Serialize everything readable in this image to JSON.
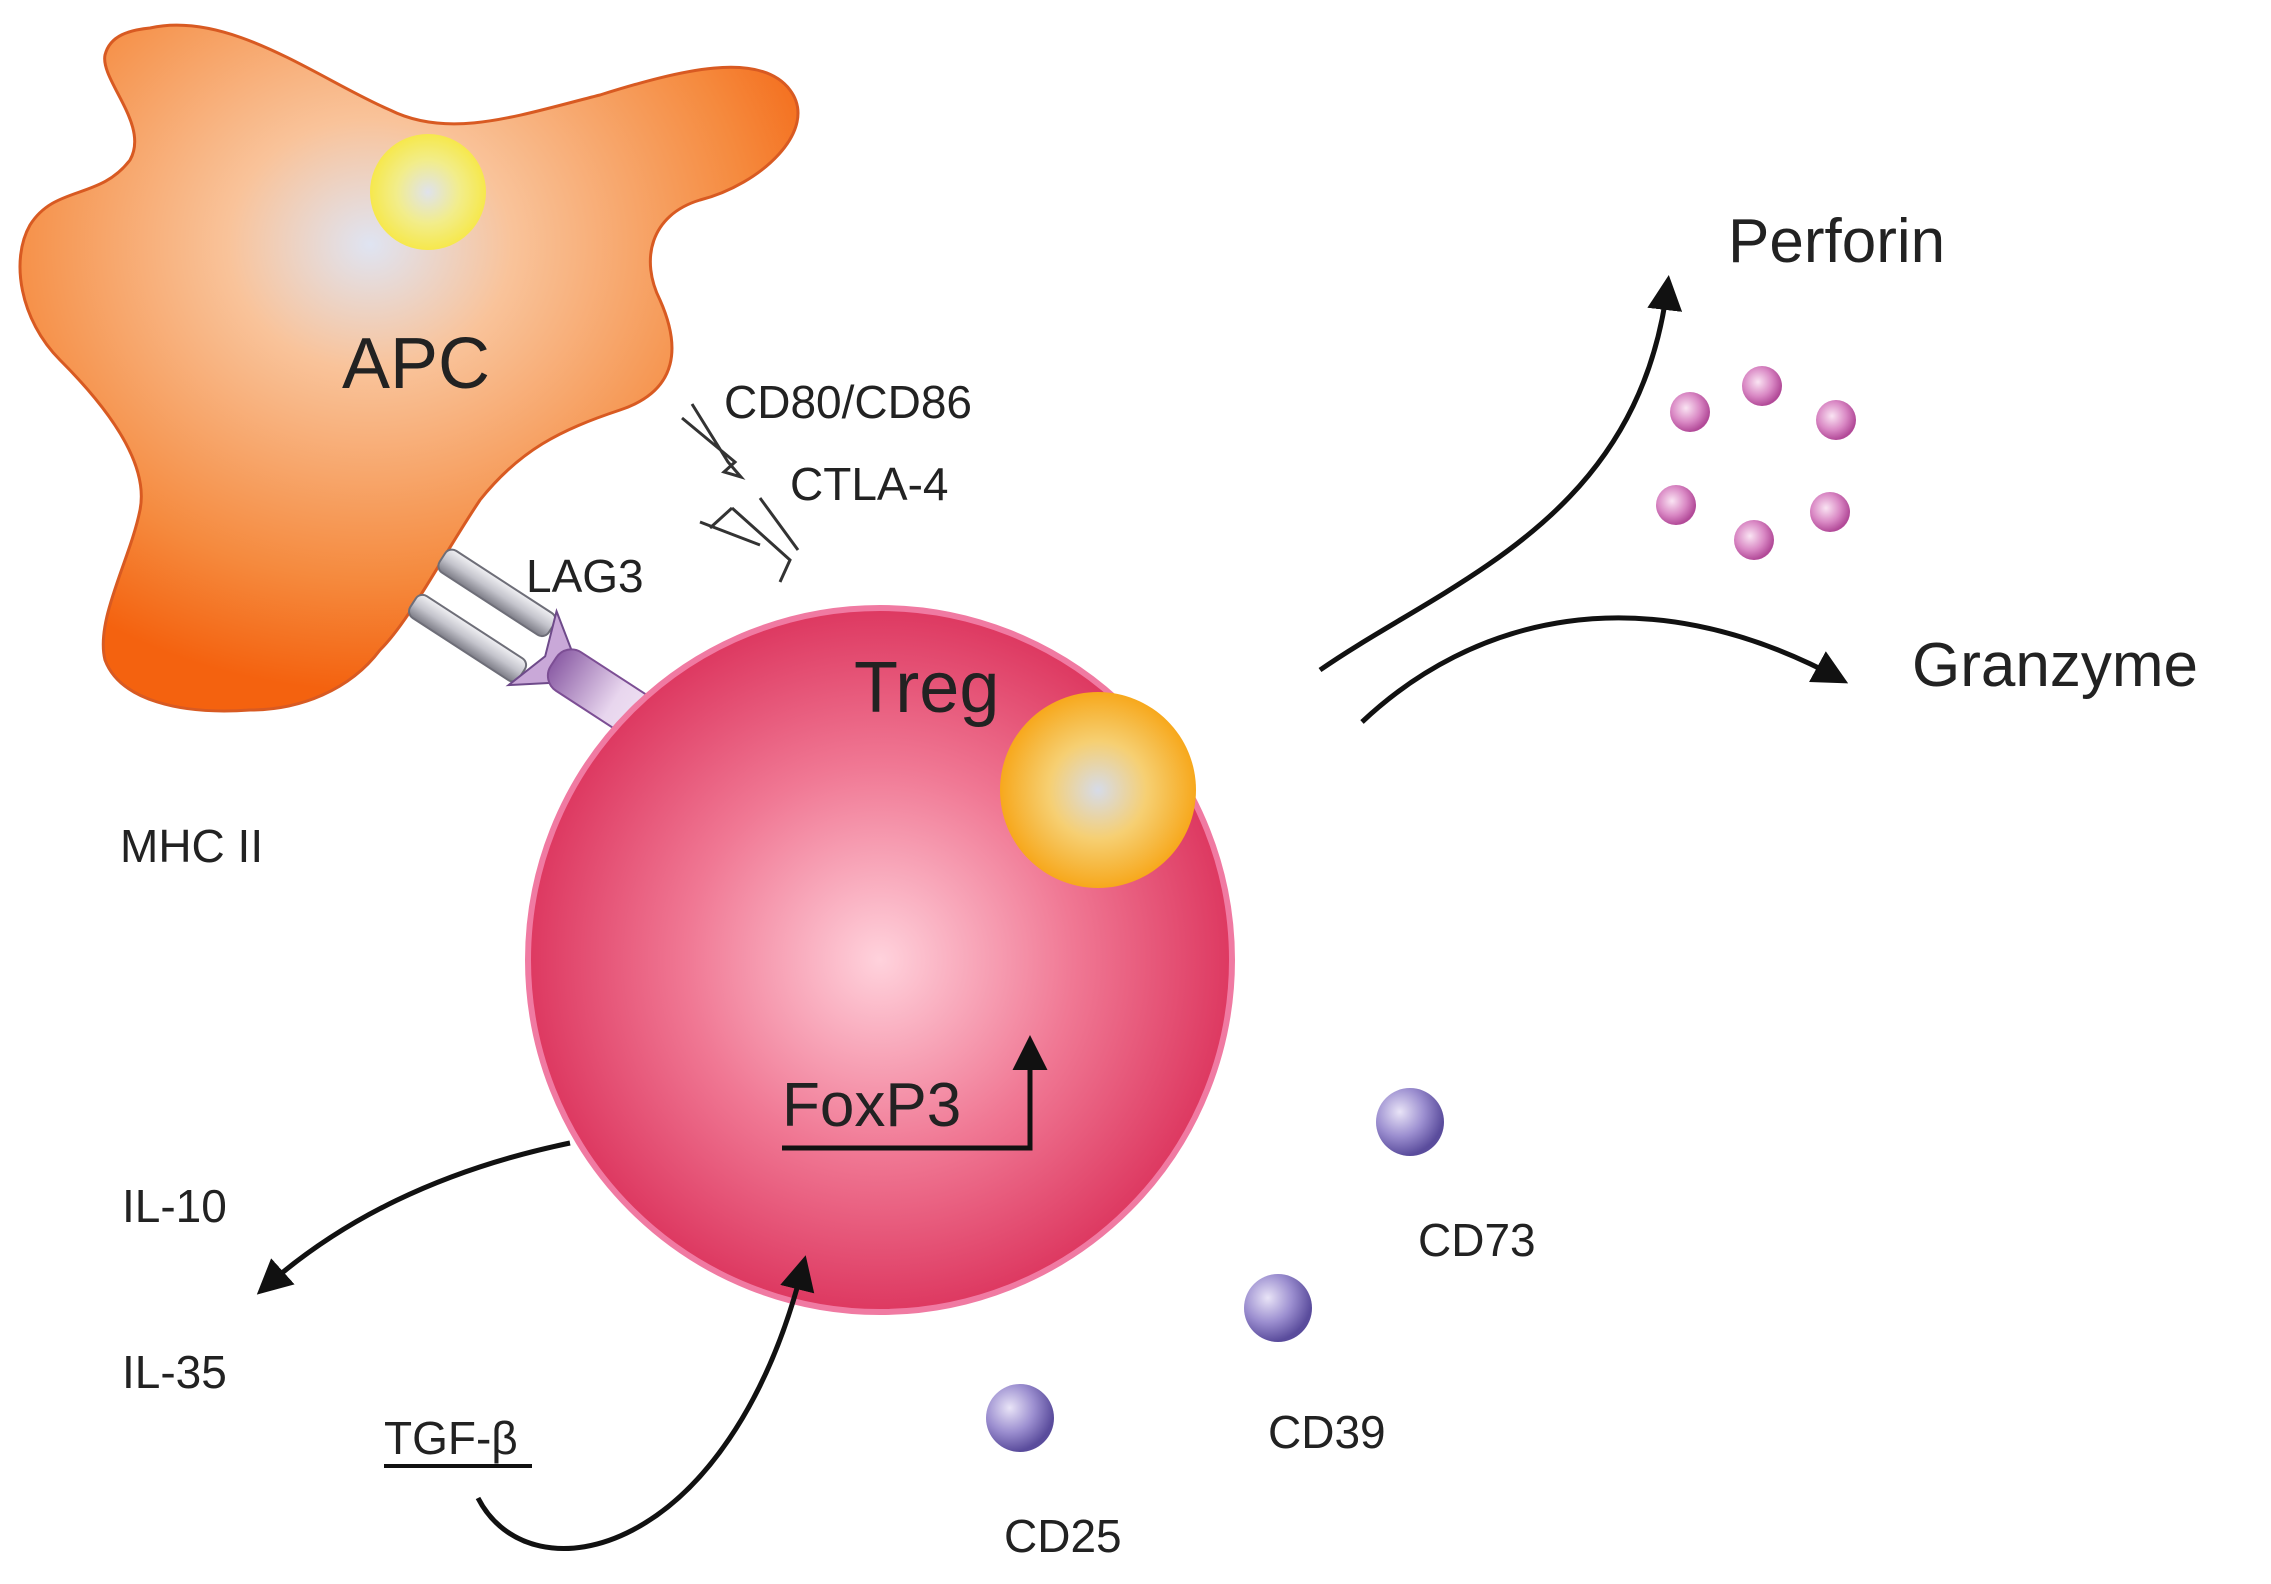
{
  "labels": {
    "apc": "APC",
    "treg": "Treg",
    "mhc": "MHC II",
    "lag3": "LAG3",
    "cd80": "CD80/CD86",
    "ctla4": "CTLA-4",
    "perforin": "Perforin",
    "granzyme": "Granzyme",
    "foxp3": "FoxP3",
    "il10": "IL-10",
    "il35": "IL-35",
    "tgfb": "TGF-β",
    "cd73": "CD73",
    "cd39": "CD39",
    "cd25": "CD25"
  },
  "colors": {
    "apc": "#f56a1e",
    "treg": "#e0335e",
    "nucleus_yellow": "#f7e65a",
    "nucleus_orange": "#f9b22a",
    "marker_purple": "#7a6bb8",
    "granule_pink": "#c85aa8",
    "arrow": "#111111"
  }
}
